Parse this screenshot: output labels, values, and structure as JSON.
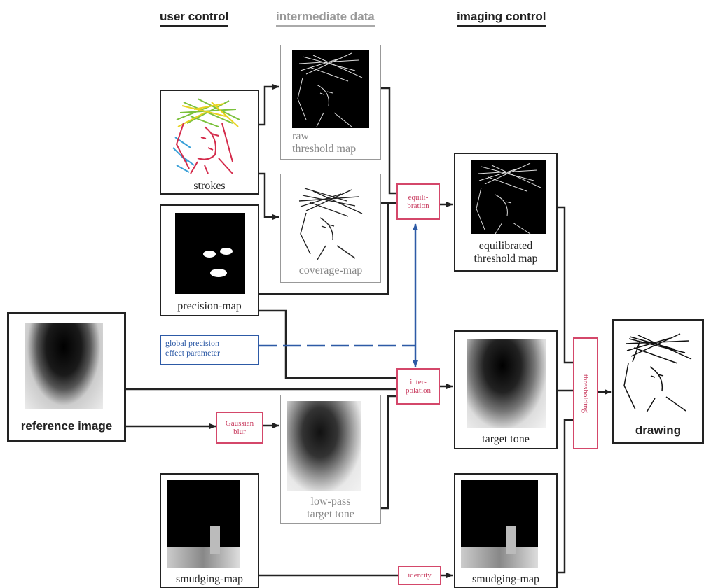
{
  "headers": {
    "user_control": "user control",
    "intermediate_data": "intermediate data",
    "imaging_control": "imaging control"
  },
  "panels": {
    "strokes": "strokes",
    "precision_map": "precision-map",
    "raw_threshold_map_line1": "raw",
    "raw_threshold_map_line2": "threshold map",
    "coverage_map": "coverage-map",
    "equilibrated_line1": "equilibrated",
    "equilibrated_line2": "threshold map",
    "target_tone": "target tone",
    "low_pass_line1": "low-pass",
    "low_pass_line2": "target tone",
    "smudging_map_left": "smudging-map",
    "smudging_map_right": "smudging-map",
    "reference_image": "reference image",
    "drawing": "drawing"
  },
  "operations": {
    "equilibration_line1": "equili-",
    "equilibration_line2": "bration",
    "interpolation_line1": "inter-",
    "interpolation_line2": "polation",
    "gaussian_line1": "Gaussian",
    "gaussian_line2": "blur",
    "identity": "identity",
    "thresholding": "thresholding"
  },
  "parameter": {
    "line1": "global precision",
    "line2": "effect parameter"
  },
  "colors": {
    "operation": "#d4476a",
    "parameter": "#2d5aa6",
    "border": "#222222",
    "intermediate": "#999999"
  }
}
